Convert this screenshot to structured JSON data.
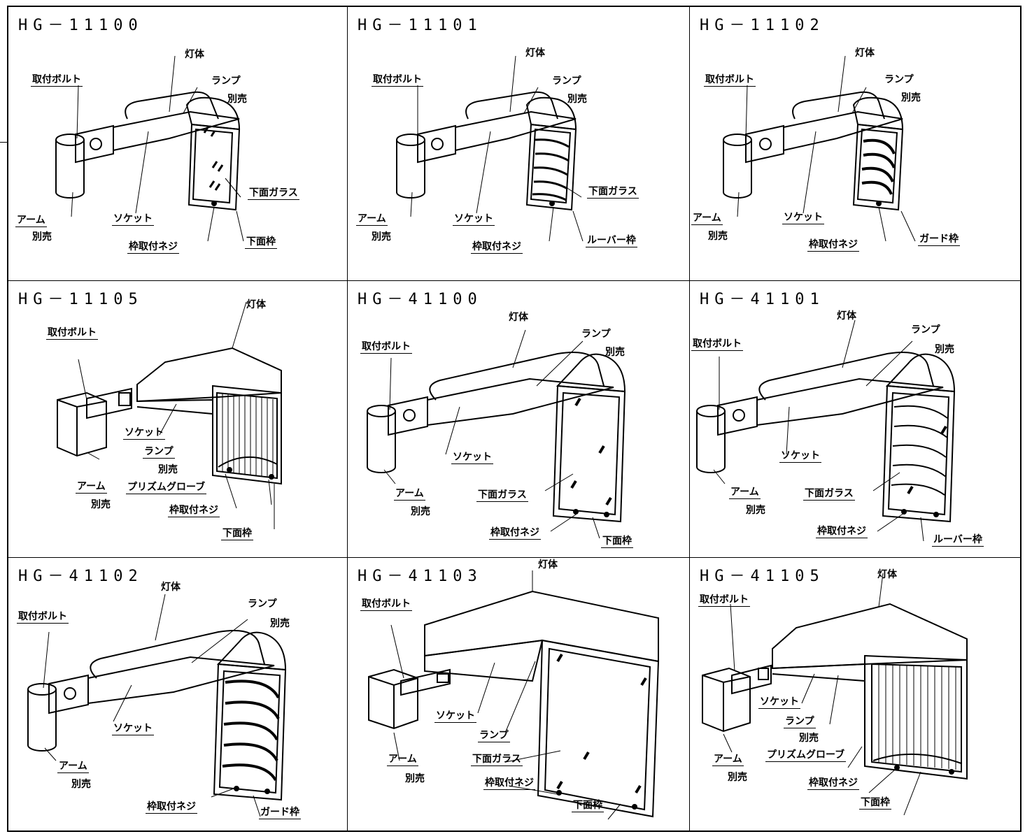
{
  "cells": [
    {
      "model": "HG－11100",
      "light_body": "灯体",
      "mount_bolt": "取付ボルト",
      "lamp": "ランプ",
      "lamp_sold": "別売",
      "arm": "アーム",
      "arm_sold": "別売",
      "socket": "ソケット",
      "screw": "枠取付ネジ",
      "glass": "下面ガラス",
      "frame": "下面枠"
    },
    {
      "model": "HG－11101",
      "light_body": "灯体",
      "mount_bolt": "取付ボルト",
      "lamp": "ランプ",
      "lamp_sold": "別売",
      "arm": "アーム",
      "arm_sold": "別売",
      "socket": "ソケット",
      "screw": "枠取付ネジ",
      "glass": "下面ガラス",
      "frame": "ルーバー枠"
    },
    {
      "model": "HG－11102",
      "light_body": "灯体",
      "mount_bolt": "取付ボルト",
      "lamp": "ランプ",
      "lamp_sold": "別売",
      "arm": "アーム",
      "arm_sold": "別売",
      "socket": "ソケット",
      "screw": "枠取付ネジ",
      "frame": "ガード枠"
    },
    {
      "model": "HG－11105",
      "light_body": "灯体",
      "mount_bolt": "取付ボルト",
      "socket": "ソケット",
      "lamp": "ランプ",
      "lamp_sold": "別売",
      "arm": "アーム",
      "arm_sold": "別売",
      "globe": "プリズムグローブ",
      "screw": "枠取付ネジ",
      "frame": "下面枠"
    },
    {
      "model": "HG－41100",
      "light_body": "灯体",
      "mount_bolt": "取付ボルト",
      "lamp": "ランプ",
      "lamp_sold": "別売",
      "arm": "アーム",
      "arm_sold": "別売",
      "socket": "ソケット",
      "glass": "下面ガラス",
      "screw": "枠取付ネジ",
      "frame": "下面枠"
    },
    {
      "model": "HG－41101",
      "light_body": "灯体",
      "mount_bolt": "取付ボルト",
      "lamp": "ランプ",
      "lamp_sold": "別売",
      "arm": "アーム",
      "arm_sold": "別売",
      "socket": "ソケット",
      "glass": "下面ガラス",
      "screw": "枠取付ネジ",
      "frame": "ルーバー枠"
    },
    {
      "model": "HG－41102",
      "light_body": "灯体",
      "mount_bolt": "取付ボルト",
      "lamp": "ランプ",
      "lamp_sold": "別売",
      "arm": "アーム",
      "arm_sold": "別売",
      "socket": "ソケット",
      "screw": "枠取付ネジ",
      "frame": "ガード枠"
    },
    {
      "model": "HG－41103",
      "light_body": "灯体",
      "mount_bolt": "取付ボルト",
      "socket": "ソケット",
      "lamp": "ランプ",
      "arm": "アーム",
      "arm_sold": "別売",
      "glass": "下面ガラス",
      "screw": "枠取付ネジ",
      "frame": "下面枠"
    },
    {
      "model": "HG－41105",
      "light_body": "灯体",
      "mount_bolt": "取付ボルト",
      "socket": "ソケット",
      "lamp": "ランプ",
      "lamp_sold": "別売",
      "arm": "アーム",
      "arm_sold": "別売",
      "globe": "プリズムグローブ",
      "screw": "枠取付ネジ",
      "frame": "下面枠"
    }
  ]
}
